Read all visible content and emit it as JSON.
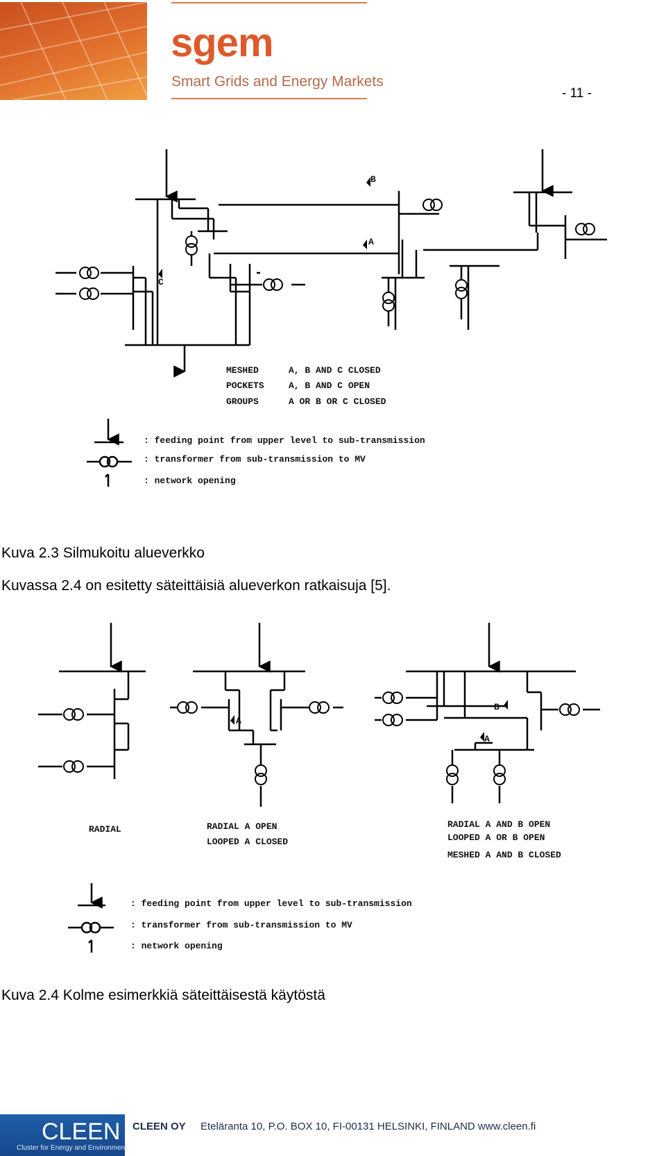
{
  "header": {
    "brand_name": "sgem",
    "brand_tagline": "Smart Grids and Energy Markets",
    "page_number": "- 11 -"
  },
  "figure1": {
    "labels": {
      "a": "A",
      "b": "B",
      "c": "C"
    },
    "modes": [
      {
        "name": "MESHED",
        "condition": "A, B AND C CLOSED"
      },
      {
        "name": "POCKETS",
        "condition": "A, B AND C OPEN"
      },
      {
        "name": "GROUPS",
        "condition": "A OR B OR C CLOSED"
      }
    ],
    "legend": [
      {
        "icon": "feeding-arrow-icon",
        "text": ": feeding point from upper level to sub-transmission"
      },
      {
        "icon": "transformer-icon",
        "text": ": transformer from sub-transmission to MV"
      },
      {
        "icon": "network-opening-icon",
        "text": ": network opening"
      }
    ],
    "caption": "Kuva 2.3 Silmukoitu alueverkko"
  },
  "paragraph": "Kuvassa 2.4 on esitetty säteittäisiä alueverkon ratkaisuja [5].",
  "figure2": {
    "labels": {
      "a": "A",
      "b": "B"
    },
    "panels": [
      {
        "lines": [
          "RADIAL"
        ]
      },
      {
        "lines": [
          "RADIAL A OPEN",
          "LOOPED A CLOSED"
        ]
      },
      {
        "lines": [
          "RADIAL A AND B OPEN",
          "LOOPED A OR B OPEN",
          "MESHED A AND B CLOSED"
        ]
      }
    ],
    "legend": [
      {
        "icon": "feeding-arrow-icon",
        "text": ": feeding point from upper level to sub-transmission"
      },
      {
        "icon": "transformer-icon",
        "text": ": transformer from sub-transmission to MV"
      },
      {
        "icon": "network-opening-icon",
        "text": ": network opening"
      }
    ],
    "caption": "Kuva 2.4 Kolme esimerkkiä säteittäisestä käytöstä"
  },
  "footer": {
    "logo_name": "CLEEN",
    "logo_subtitle": "Cluster for Energy and Environment",
    "company": "CLEEN OY",
    "address": "Eteläranta 10, P.O. BOX 10, FI-00131 HELSINKI, FINLAND   www.cleen.fi"
  }
}
